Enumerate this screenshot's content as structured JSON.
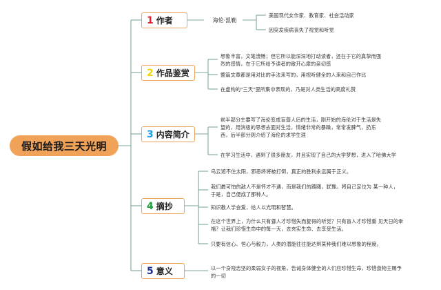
{
  "diagram": {
    "type": "mind-map",
    "colors": {
      "root_fill": "#F0A259",
      "node_border": "#E9A45C",
      "line": "#7FA79B",
      "text": "#3a3a3a"
    },
    "root": {
      "label": "假如给我三天光明"
    },
    "branches": [
      {
        "number": "1",
        "number_color": "#E01B24",
        "label": "作者",
        "mid": "海伦·凯勒",
        "items": [
          "美国现代女作家、教育家、社会活动家",
          "因突发疾病丧失了视觉和听觉"
        ]
      },
      {
        "number": "2",
        "number_color": "#EFD313",
        "label": "作品鉴赏",
        "items": [
          "想象丰富，文笔流畅；但它所以能深深地打动读者，还在于它的真挚而强烈的感情，在于它所给予读者的敞开心扉的亲切感",
          "整篇文章都是用对比的手法来写的，用视听健全的人来和自己作比",
          "在虚构的\"三天\"里所集中表现的，乃是对人类生活的高度礼赞"
        ]
      },
      {
        "number": "3",
        "number_color": "#1E9BE0",
        "label": "内容简介",
        "items": [
          "前半部分主要写了海伦变成盲聋人后的生活，刚开始的海伦对于生活是失望的，用消极的思想去面对生活，情绪非常的暴躁，常常发脾气，扔东西，后半部分则介绍了海伦的求学生涯",
          "在学习生活中，遇到了很多朋友，并且实现了自己的大学梦想，进入了哈佛大学"
        ]
      },
      {
        "number": "4",
        "number_color": "#1BA03C",
        "label": "摘抄",
        "items": [
          "乌云遮不住太阳，邪恶终将被打倒，真正的胜利永远属于正义。",
          "我们最可怕的敌人不是怀才不遇，而是我们的踌躇，犹豫。将自己定位为 某一种人，于是，自己便成了那种人。",
          "知识教人学会爱，给人以光明和智慧。",
          "在这个世界上，为什么只有聋人才珍惜失而复得的听觉？只有盲人才珍惜重 见天日的幸福？让我们珍惜生命中的每一天，去充实生命、去享受生活。",
          "只要有信心、恒心与毅力，人类的潜能往往能达到某种我们难以想象的程度。"
        ]
      },
      {
        "number": "5",
        "number_color": "#1B2C8F",
        "label": "意义",
        "items": [
          "以一个身残志坚的柔弱女子的视角，告诫身体健全的人们应珍惜生命，珍惜造物主赐予的一切"
        ]
      }
    ]
  }
}
